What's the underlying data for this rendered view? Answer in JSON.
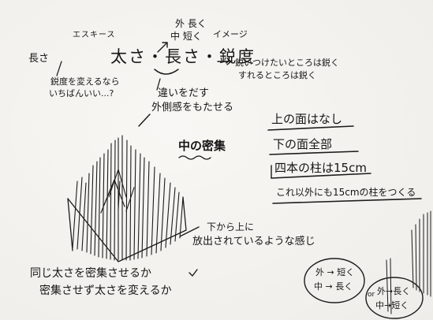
{
  "sketch": {
    "title": "エスキース",
    "note_outer_inner": [
      "外 長く",
      "中 短く"
    ],
    "note_image": "イメージ",
    "label_length": "長さ",
    "main_title": "太さ・長さ・鋭度",
    "note_sharp": [
      "鋭いつけたいところは鋭く",
      "すれるところは鋭く"
    ],
    "note_change_sharpness": [
      "鋭度を変えるなら",
      "いちばんいい...?"
    ],
    "note_difference": [
      "違いをだす",
      "外側感をもたせる"
    ],
    "center_label": "中の密集",
    "list": [
      "上の面はなし",
      "下の面全部",
      "四本の柱は15cm",
      "これ以外にも15cmの柱をつくる"
    ],
    "note_diffuse": [
      "下から上に",
      "放出されているような感じ"
    ],
    "note_same_thickness": [
      "同じ太さを密集させるか",
      "密集させず太さを変えるか"
    ],
    "circle_a": [
      "外 → 短く",
      "中 → 長く"
    ],
    "connector": "or",
    "circle_b": [
      "外→長く",
      "中→短く"
    ]
  }
}
